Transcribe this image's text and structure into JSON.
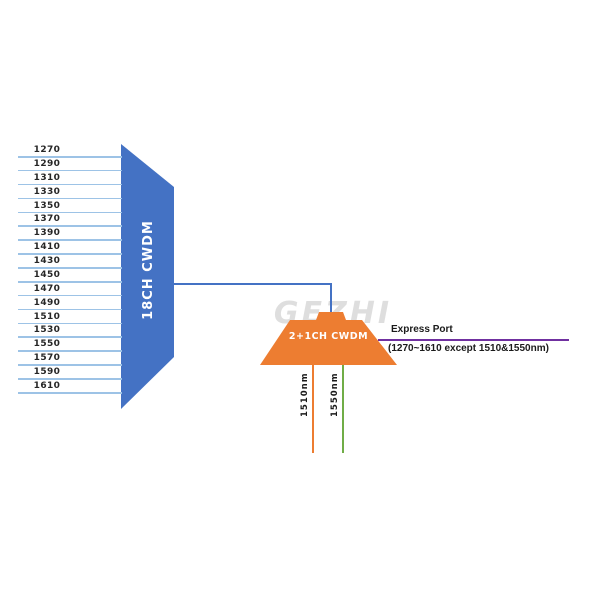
{
  "diagram": {
    "watermark": "GEZHI",
    "mux": {
      "label": "18CH CWDM"
    },
    "input_channels": [
      "1270",
      "1290",
      "1310",
      "1330",
      "1350",
      "1370",
      "1390",
      "1410",
      "1430",
      "1450",
      "1470",
      "1490",
      "1510",
      "1530",
      "1550",
      "1570",
      "1590",
      "1610"
    ],
    "demux": {
      "label": "2+1CH CWDM"
    },
    "express_port": {
      "label": "Express Port",
      "note": "(1270~1610 except 1510&1550nm)"
    },
    "drop_ports": [
      {
        "label": "1510nm",
        "color": "#ED7D31"
      },
      {
        "label": "1550nm",
        "color": "#70AD47"
      }
    ],
    "colors": {
      "blue": "#4472C4",
      "light_blue": "#9DC3E6",
      "orange": "#ED7D31",
      "green": "#70AD47",
      "purple": "#7030A0",
      "watermark_gray": "#D4D4D4"
    }
  }
}
